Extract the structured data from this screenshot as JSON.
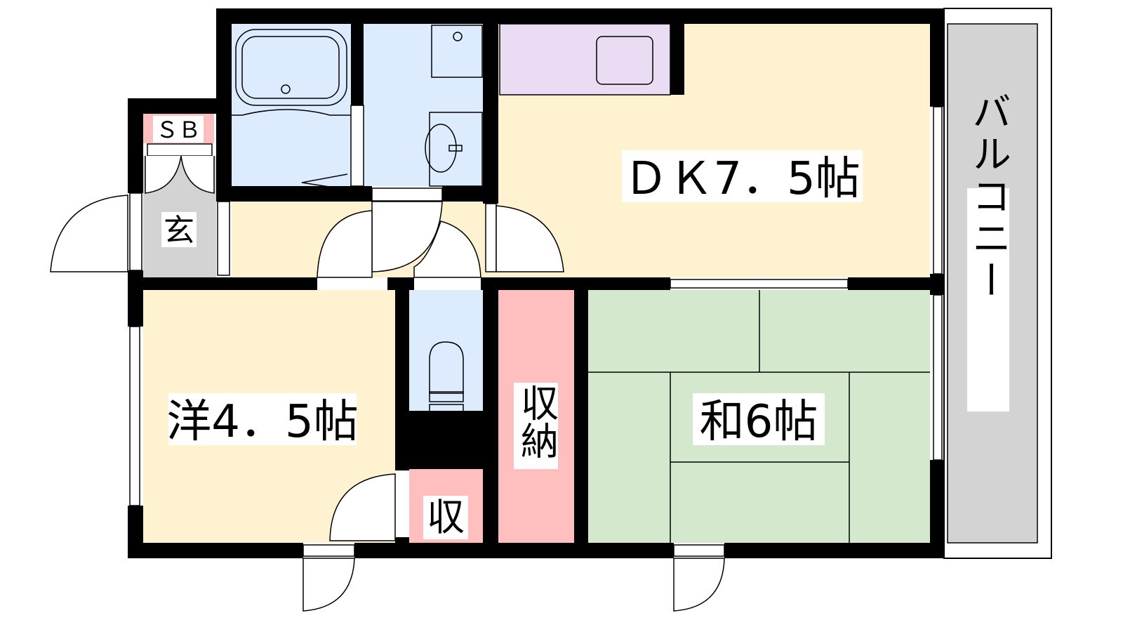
{
  "rooms": {
    "dk": "ＤＫ7．5帖",
    "western": "洋4．5帖",
    "japanese": "和6帖",
    "storage": "収納",
    "closet": "収",
    "entrance": "玄",
    "shoe_box": "ＳＢ",
    "balcony": "バルコニー"
  },
  "colors": {
    "wall": "#000000",
    "floor_cream": "#FFF2D1",
    "wet_blue": "#DCECFE",
    "tatami_green": "#D3E8CC",
    "storage_pink": "#FFBFBF",
    "kitchen_purple": "#EADCF2",
    "entrance_gray": "#D3D3D3",
    "balcony_gray": "#D3D3D3"
  }
}
